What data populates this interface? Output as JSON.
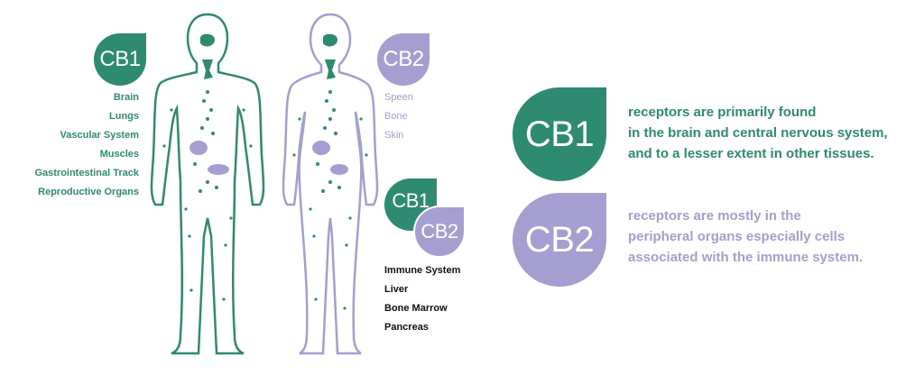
{
  "colors": {
    "cb1": "#2e8b72",
    "cb2": "#a59ed0",
    "combined_text": "#111111"
  },
  "cb1_badge": {
    "label": "CB1"
  },
  "cb1_list": [
    "Brain",
    "Lungs",
    "Vascular System",
    "Muscles",
    "Gastrointestinal Track",
    "Reproductive Organs"
  ],
  "cb2_badge": {
    "label": "CB2"
  },
  "cb2_list": [
    "Speen",
    "Bone",
    "Skin"
  ],
  "combined_badges": {
    "cb1": "CB1",
    "cb2": "CB2"
  },
  "combined_list": [
    "Immune System",
    "Liver",
    "Bone Marrow",
    "Pancreas"
  ],
  "legend": {
    "cb1": {
      "label": "CB1",
      "lines": [
        "receptors are primarily found",
        "in the brain and central nervous system,",
        "and to a lesser extent in other tissues."
      ]
    },
    "cb2": {
      "label": "CB2",
      "lines": [
        "receptors are mostly in the",
        "peripheral organs especially cells",
        "associated with the immune system."
      ]
    }
  }
}
